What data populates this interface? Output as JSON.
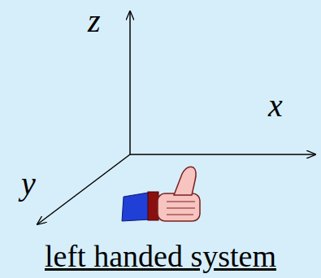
{
  "diagram": {
    "caption": "left handed system",
    "labels": [
      "z",
      "x",
      "y"
    ]
  }
}
